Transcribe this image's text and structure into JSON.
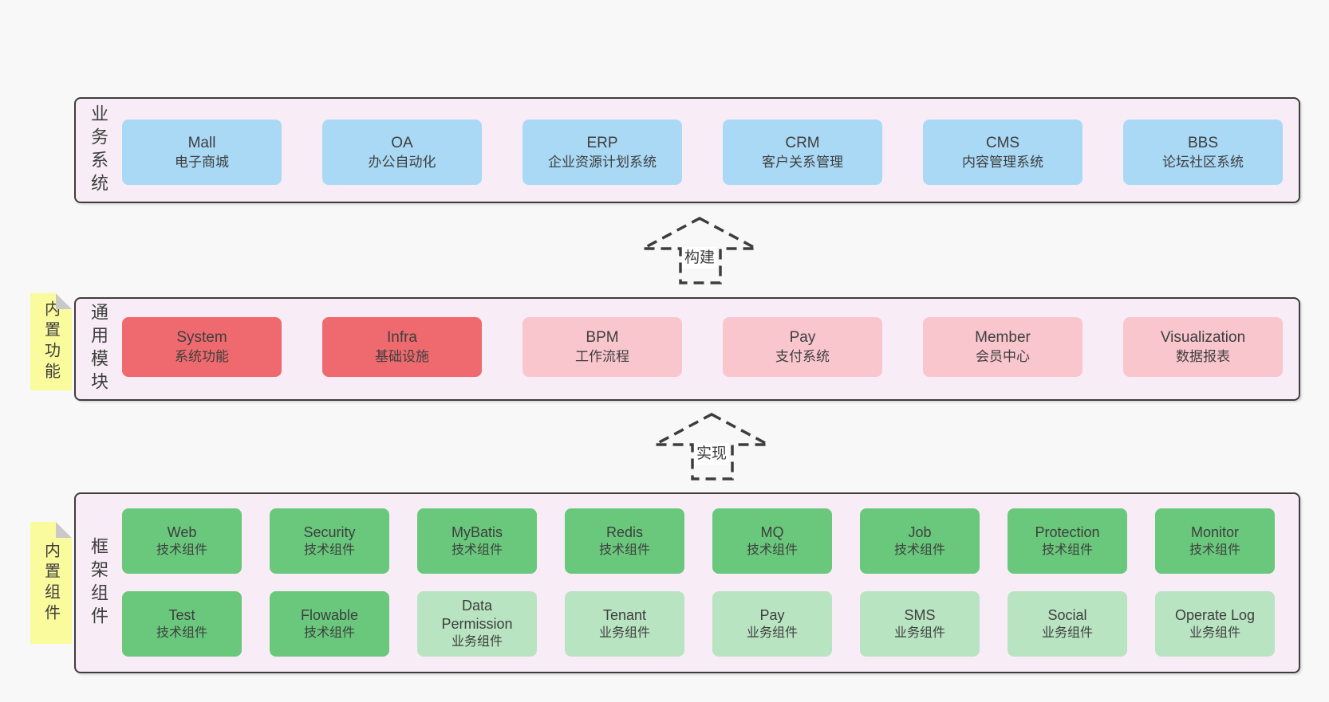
{
  "colors": {
    "canvas": "#f8f8f8",
    "panel": "#f8edf6",
    "border": "#3d3d3d",
    "text": "#3e3e3e",
    "blue": "#aad9f5",
    "red": "#ee6a6e",
    "pink": "#f9c6ce",
    "green": "#69c87c",
    "green_light": "#b8e4c2",
    "sticky": "#fafb9d",
    "fold": "#c9c9c9",
    "label_bg": "#ffffff"
  },
  "sections": [
    {
      "label": "业务系统",
      "boxes": [
        {
          "title": "Mall",
          "subtitle": "电子商城",
          "variant": "blue"
        },
        {
          "title": "OA",
          "subtitle": "办公自动化",
          "variant": "blue"
        },
        {
          "title": "ERP",
          "subtitle": "企业资源计划系统",
          "variant": "blue"
        },
        {
          "title": "CRM",
          "subtitle": "客户关系管理",
          "variant": "blue"
        },
        {
          "title": "CMS",
          "subtitle": "内容管理系统",
          "variant": "blue"
        },
        {
          "title": "BBS",
          "subtitle": "论坛社区系统",
          "variant": "blue"
        }
      ]
    },
    {
      "label": "通用模块",
      "sticky": "内置功能",
      "boxes": [
        {
          "title": "System",
          "subtitle": "系统功能",
          "variant": "red"
        },
        {
          "title": "Infra",
          "subtitle": "基础设施",
          "variant": "red"
        },
        {
          "title": "BPM",
          "subtitle": "工作流程",
          "variant": "pink"
        },
        {
          "title": "Pay",
          "subtitle": "支付系统",
          "variant": "pink"
        },
        {
          "title": "Member",
          "subtitle": "会员中心",
          "variant": "pink"
        },
        {
          "title": "Visualization",
          "subtitle": "数据报表",
          "variant": "pink"
        }
      ]
    },
    {
      "label": "框架组件",
      "sticky": "内置组件",
      "rows": [
        [
          {
            "title": "Web",
            "subtitle": "技术组件",
            "variant": "green"
          },
          {
            "title": "Security",
            "subtitle": "技术组件",
            "variant": "green"
          },
          {
            "title": "MyBatis",
            "subtitle": "技术组件",
            "variant": "green"
          },
          {
            "title": "Redis",
            "subtitle": "技术组件",
            "variant": "green"
          },
          {
            "title": "MQ",
            "subtitle": "技术组件",
            "variant": "green"
          },
          {
            "title": "Job",
            "subtitle": "技术组件",
            "variant": "green"
          },
          {
            "title": "Protection",
            "subtitle": "技术组件",
            "variant": "green"
          },
          {
            "title": "Monitor",
            "subtitle": "技术组件",
            "variant": "green"
          }
        ],
        [
          {
            "title": "Test",
            "subtitle": "技术组件",
            "variant": "green"
          },
          {
            "title": "Flowable",
            "subtitle": "技术组件",
            "variant": "green"
          },
          {
            "title": "Data Permission",
            "subtitle": "业务组件",
            "variant": "green_light"
          },
          {
            "title": "Tenant",
            "subtitle": "业务组件",
            "variant": "green_light"
          },
          {
            "title": "Pay",
            "subtitle": "业务组件",
            "variant": "green_light"
          },
          {
            "title": "SMS",
            "subtitle": "业务组件",
            "variant": "green_light"
          },
          {
            "title": "Social",
            "subtitle": "业务组件",
            "variant": "green_light"
          },
          {
            "title": "Operate Log",
            "subtitle": "业务组件",
            "variant": "green_light"
          }
        ]
      ]
    }
  ],
  "arrows": [
    {
      "label": "构建"
    },
    {
      "label": "实现"
    }
  ]
}
